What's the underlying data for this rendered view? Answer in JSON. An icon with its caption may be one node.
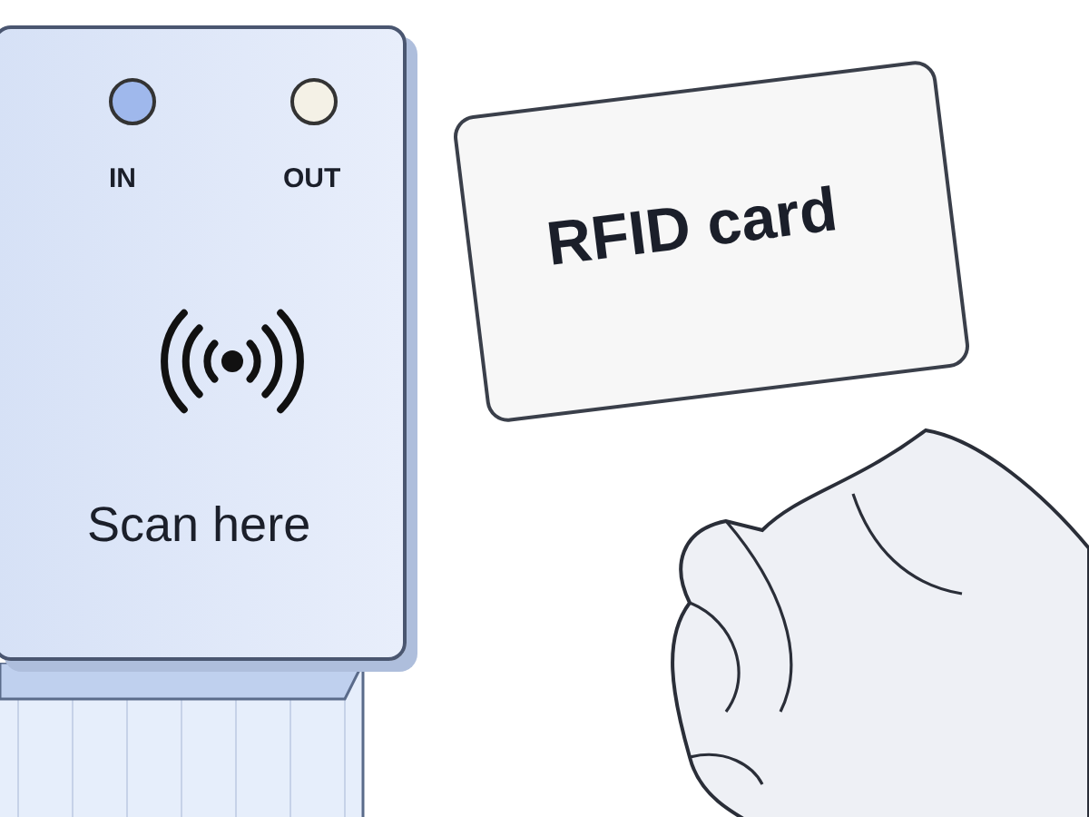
{
  "diagram": {
    "nodes": [
      {
        "text": [
          "IN",
          "OUT",
          "Scan here"
        ]
      },
      {
        "text": [
          "RFID card"
        ]
      }
    ]
  }
}
